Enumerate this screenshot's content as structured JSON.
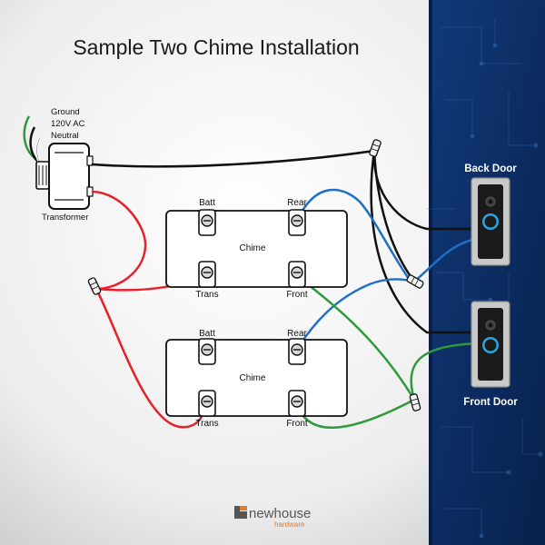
{
  "title": "Sample Two Chime Installation",
  "transformer": {
    "label": "Transformer",
    "wires": {
      "ground": "Ground",
      "hot": "120V AC",
      "neutral": "Neutral"
    }
  },
  "chime_top": {
    "label": "Chime",
    "batt": "Batt",
    "rear": "Rear",
    "trans": "Trans",
    "front": "Front"
  },
  "chime_bottom": {
    "label": "Chime",
    "batt": "Batt",
    "rear": "Rear",
    "trans": "Trans",
    "front": "Front"
  },
  "doorbells": {
    "back": "Back Door",
    "front": "Front Door"
  },
  "brand": {
    "name": "newhouse",
    "sub": "hardware"
  },
  "colors": {
    "wire_red": "#e8202a",
    "wire_blue": "#1f6fc4",
    "wire_green": "#2e9a3c",
    "wire_black": "#111111",
    "wall_blue": "#0d2f66",
    "brand_orange": "#e07b2a"
  }
}
